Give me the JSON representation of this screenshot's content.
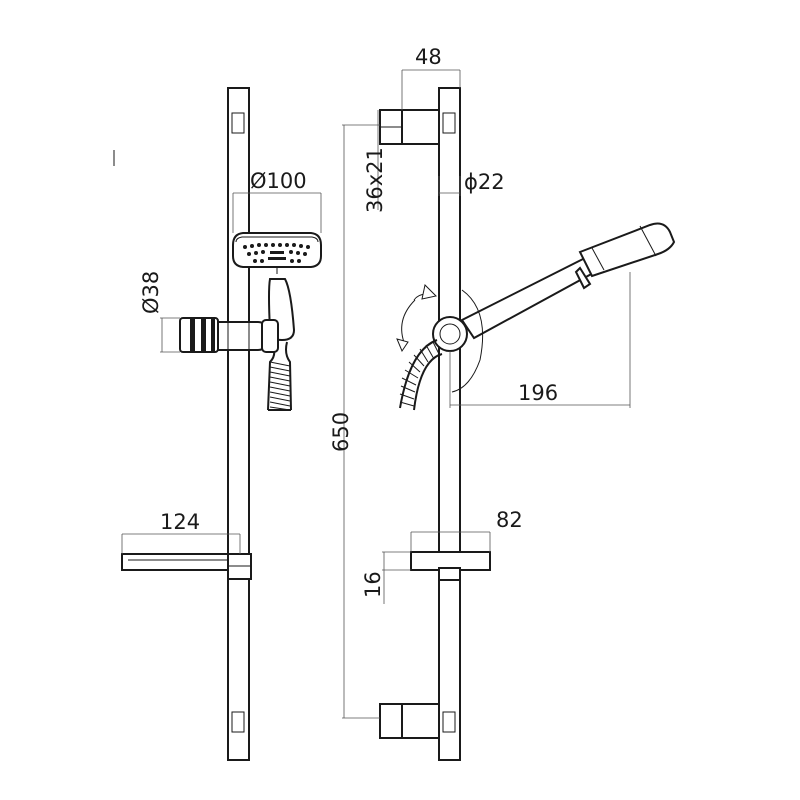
{
  "drawing": {
    "front_view": {
      "head_diameter": "Ø100",
      "holder_diameter": "Ø38",
      "soap_dish_width": "124"
    },
    "side_view": {
      "bracket_width": "48",
      "bracket_section": "36x21",
      "rail_diameter": "ϕ22",
      "rail_length": "650",
      "handset_reach": "196",
      "dish_depth": "82",
      "dish_height": "16"
    }
  }
}
